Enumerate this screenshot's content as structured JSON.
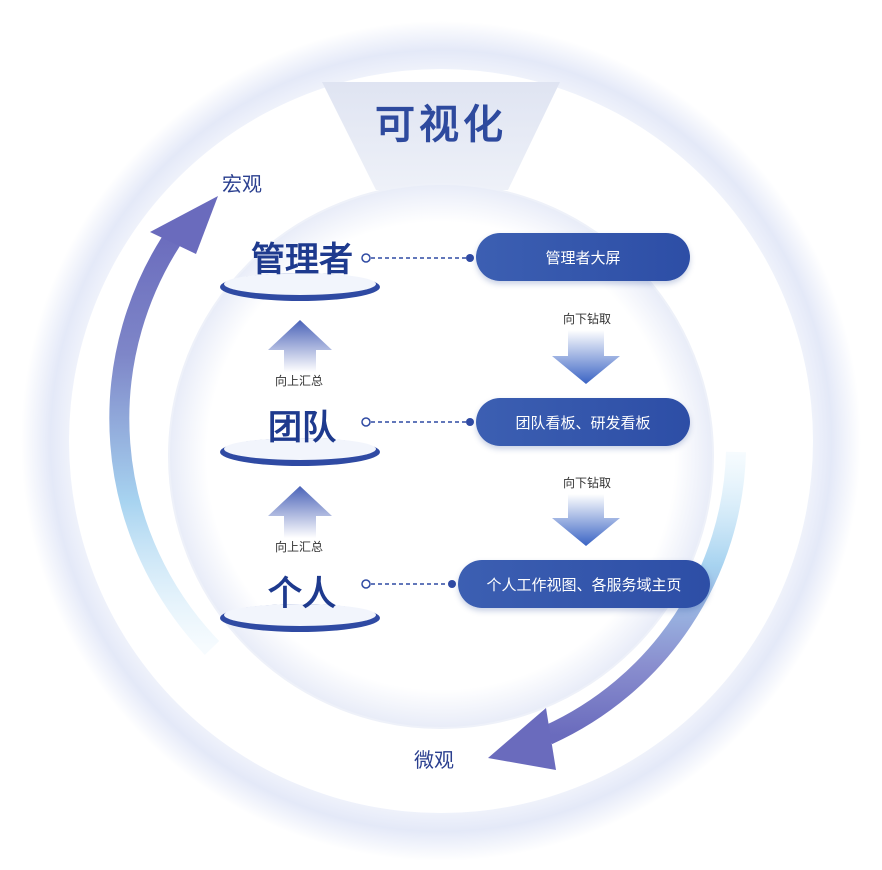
{
  "title": "可视化",
  "axis": {
    "macro": "宏观",
    "micro": "微观"
  },
  "levels": [
    {
      "name": "管理者",
      "view": "管理者大屏"
    },
    {
      "name": "团队",
      "view": "团队看板、研发看板"
    },
    {
      "name": "个人",
      "view": "个人工作视图、各服务域主页"
    }
  ],
  "up_label": "向上汇总",
  "down_label": "向下钻取",
  "colors": {
    "primary": "#2e4a9e",
    "pill": "#3557ad",
    "arrow": "#6a6fbf",
    "arrow_light": "#b9d9f2"
  }
}
